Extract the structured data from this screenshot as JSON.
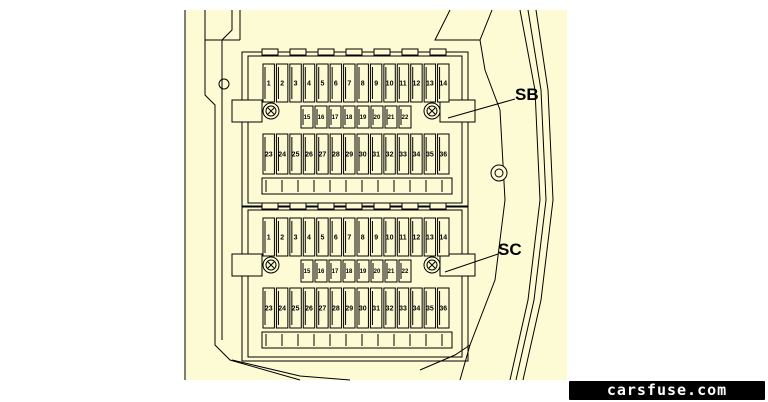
{
  "labels": {
    "sb": "SB",
    "sc": "SC",
    "watermark": "carsfuse.com"
  },
  "colors": {
    "background": "#fdfbd3",
    "line": "#000000"
  },
  "fuse_blocks": [
    {
      "id": "SB",
      "top_row": [
        "1",
        "2",
        "3",
        "4",
        "5",
        "6",
        "7",
        "8",
        "9",
        "10",
        "11",
        "12",
        "13",
        "14"
      ],
      "middle_row": [
        "15",
        "16",
        "17",
        "18",
        "19",
        "20",
        "21",
        "22"
      ],
      "bottom_row": [
        "23",
        "24",
        "25",
        "26",
        "27",
        "28",
        "29",
        "30",
        "31",
        "32",
        "33",
        "34",
        "35",
        "36"
      ]
    },
    {
      "id": "SC",
      "top_row": [
        "1",
        "2",
        "3",
        "4",
        "5",
        "6",
        "7",
        "8",
        "9",
        "10",
        "11",
        "12",
        "13",
        "14"
      ],
      "middle_row": [
        "15",
        "16",
        "17",
        "18",
        "19",
        "20",
        "21",
        "22"
      ],
      "bottom_row": [
        "23",
        "24",
        "25",
        "26",
        "27",
        "28",
        "29",
        "30",
        "31",
        "32",
        "33",
        "34",
        "35",
        "36"
      ]
    }
  ]
}
